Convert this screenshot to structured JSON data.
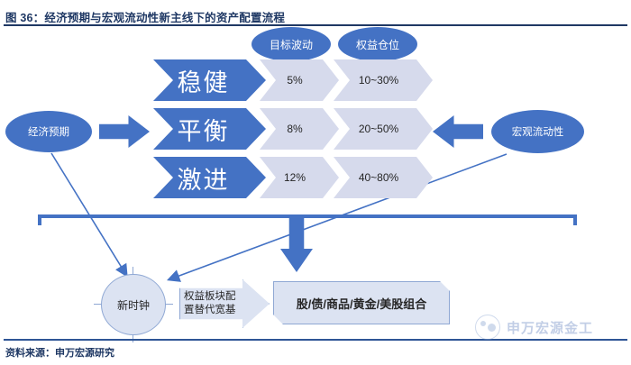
{
  "title": {
    "text": "图 36：经济预期与宏观流动性新主线下的资产配置流程"
  },
  "footer": {
    "source": "资料来源：申万宏源研究"
  },
  "watermark": {
    "text": "申万宏源金工"
  },
  "colors": {
    "primary_blue": "#4472C4",
    "light_blue": "#D6DAEC",
    "pale_blue": "#DCE3F2",
    "outline_blue": "#8FA8D4",
    "navy": "#1F3864"
  },
  "headers": [
    {
      "label": "目标波动"
    },
    {
      "label": "权益仓位"
    }
  ],
  "inputs": {
    "left": {
      "label": "经济预期"
    },
    "right": {
      "label": "宏观流动性"
    }
  },
  "rows": [
    {
      "name": "稳健",
      "target_volatility": "5%",
      "equity_position": "10~30%"
    },
    {
      "name": "平衡",
      "target_volatility": "8%",
      "equity_position": "20~50%"
    },
    {
      "name": "激进",
      "target_volatility": "12%",
      "equity_position": "40~80%"
    }
  ],
  "bottom": {
    "clock": {
      "label": "新时钟"
    },
    "substitution": {
      "line1": "权益板块配",
      "line2": "置替代宽基"
    },
    "portfolio": {
      "label": "股/债/商品/黄金/美股组合"
    }
  }
}
